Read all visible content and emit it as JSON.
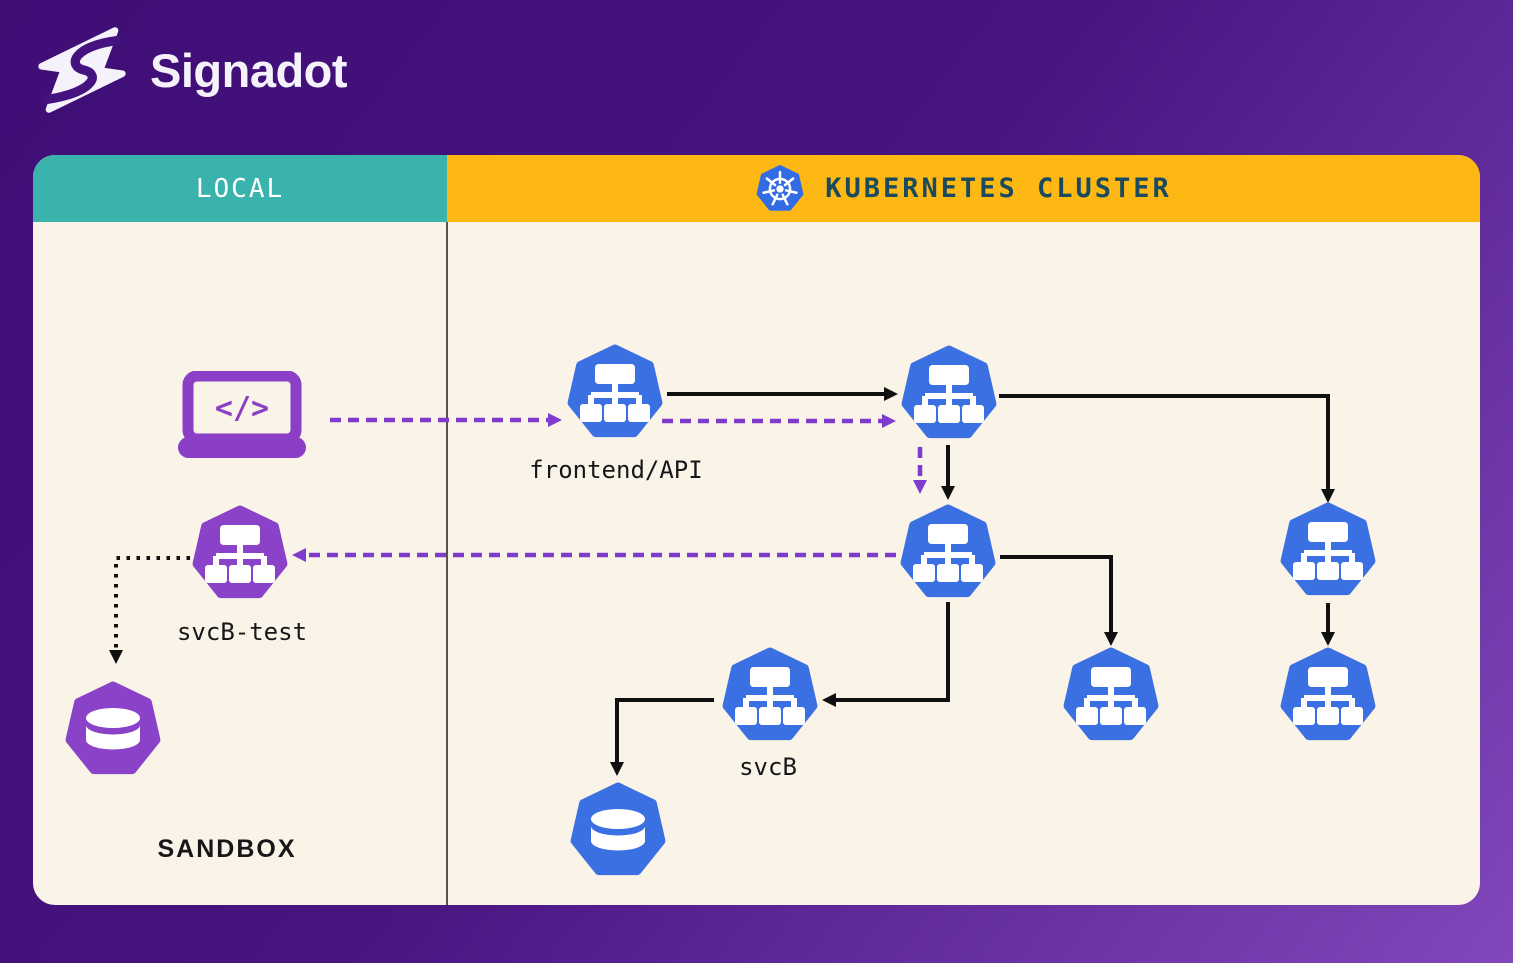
{
  "brand": {
    "name": "Signadot"
  },
  "headers": {
    "local": "LOCAL",
    "cluster": "KUBERNETES CLUSTER"
  },
  "labels": {
    "frontend": "frontend/API",
    "svcb_test": "svcB-test",
    "svcb": "svcB",
    "sandbox": "SANDBOX",
    "laptop_code": "</>"
  },
  "icons": {
    "kubernetes_logo": "kubernetes-helm-wheel",
    "service_node": "service-tree-heptagon",
    "database_node": "database-cylinder-heptagon",
    "laptop": "laptop-code"
  },
  "colors": {
    "background_gradient_start": "#3e0e75",
    "background_gradient_end": "#8147bb",
    "panel_background": "#faf3e7",
    "local_header": "#39b3ab",
    "cluster_header": "#fdb813",
    "cluster_header_text": "#1a4a5e",
    "service_node_blue": "#3b70e2",
    "sandbox_node_purple": "#8a42c8",
    "dashed_arrow_purple": "#7e3bce",
    "solid_arrow_black": "#101010",
    "kubernetes_logo_blue": "#326ce5"
  }
}
